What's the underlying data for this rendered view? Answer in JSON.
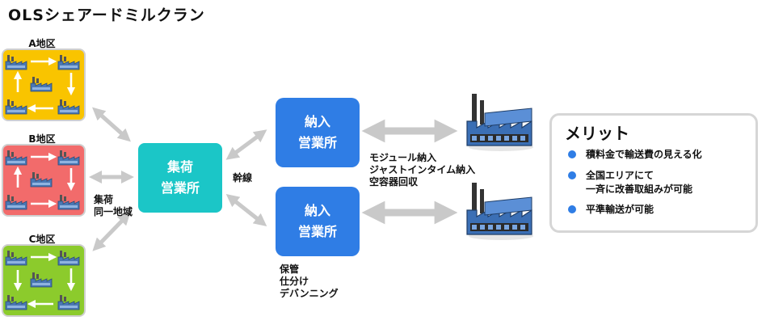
{
  "title": "OLSシェアードミルクラン",
  "regions": [
    {
      "label": "A地区",
      "color": "#f9c400"
    },
    {
      "label": "B地区",
      "color": "#f26b6b"
    },
    {
      "label": "C地区",
      "color": "#8ccb2c"
    }
  ],
  "same_area_label": [
    "集荷",
    "同一地域"
  ],
  "collection": [
    "集荷",
    "営業所"
  ],
  "trunk_label": "幹線",
  "delivery_top": [
    "納入",
    "営業所"
  ],
  "delivery_bottom": [
    "納入",
    "営業所"
  ],
  "delivery_notes_bottom": [
    "保管",
    "仕分け",
    "デバンニング"
  ],
  "delivery_notes_top": [
    "モジュール納入",
    "ジャストインタイム納入",
    "空容器回収"
  ],
  "merit": {
    "heading": "メリット",
    "items": [
      {
        "lines": [
          "積料金で輸送費の見える化"
        ]
      },
      {
        "lines": [
          "全国エリアにて",
          "一斉に改善取組みが可能"
        ]
      },
      {
        "lines": [
          "平準輸送が可能"
        ]
      }
    ]
  }
}
